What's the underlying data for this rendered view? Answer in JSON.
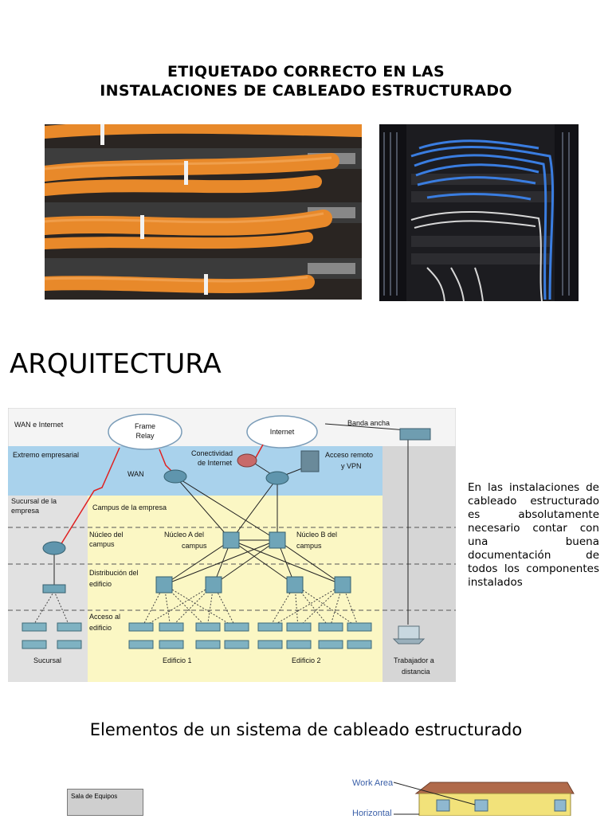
{
  "title_line1": "ETIQUETADO CORRECTO EN LAS",
  "title_line2": "INSTALACIONES DE CABLEADO ESTRUCTURADO",
  "heading_arquitectura": "ARQUITECTURA",
  "paragraph": "En las instalaciones de cableado estructurado es absolutamente necesario contar con una buena documentación de todos los componentes instalados",
  "heading_elementos": "Elementos de un sistema de cableado estructurado",
  "diagram": {
    "wan_internet": "WAN e Internet",
    "frame_relay_1": "Frame",
    "frame_relay_2": "Relay",
    "internet": "Internet",
    "banda_ancha": "Banda ancha",
    "extremo": "Extremo empresarial",
    "conectividad_1": "Conectividad",
    "conectividad_2": "de Internet",
    "acceso_remoto_1": "Acceso remoto",
    "acceso_remoto_2": "y VPN",
    "wan": "WAN",
    "sucursal_1": "Sucursal de la",
    "sucursal_2": "empresa",
    "campus_empresa": "Campus de la empresa",
    "nucleo_campus_1": "Núcleo del",
    "nucleo_campus_2": "campus",
    "nucleo_a_1": "Núcleo A del",
    "nucleo_a_2": "campus",
    "nucleo_b_1": "Núcleo B del",
    "nucleo_b_2": "campus",
    "distribucion_1": "Distribución del",
    "distribucion_2": "edificio",
    "acceso_1": "Acceso al",
    "acceso_2": "edificio",
    "sucursal_bottom": "Sucursal",
    "edificio1": "Edificio 1",
    "edificio2": "Edificio 2",
    "trabajador_1": "Trabajador a",
    "trabajador_2": "distancia"
  },
  "bottom": {
    "sala_equipos": "Sala de Equipos",
    "work_area": "Work Area",
    "horizontal": "Horizontal"
  }
}
